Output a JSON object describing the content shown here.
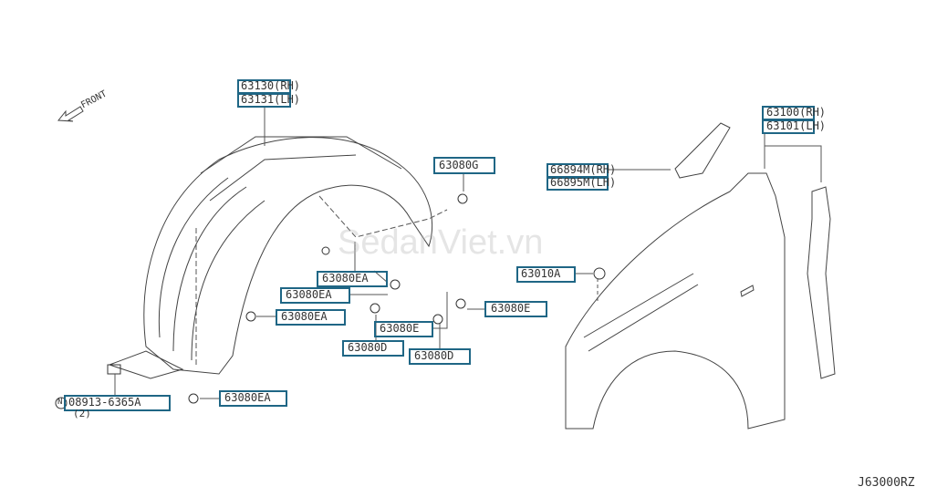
{
  "front_label": "FRONT",
  "watermark": "SedanViet.vn",
  "diagram_code": "J63000RZ",
  "box_color": "#1f6685",
  "parts": {
    "p63130": "63130(RH)",
    "p63131": "63131(LH)",
    "p63080G": "63080G",
    "p66894M": "66894M(RH)",
    "p66895M": "66895M(LH)",
    "p63100": "63100(RH)",
    "p63101": "63101(LH)",
    "p63010A": "63010A",
    "p63080EA_1": "63080EA",
    "p63080EA_2": "63080EA",
    "p63080EA_3": "63080EA",
    "p63080EA_4": "63080EA",
    "p63080E_1": "63080E",
    "p63080E_2": "63080E",
    "p63080D_1": "63080D",
    "p63080D_2": "63080D",
    "p08913": "08913-6365A",
    "p08913_qty": "(2)",
    "p08913_prefix": "N"
  }
}
